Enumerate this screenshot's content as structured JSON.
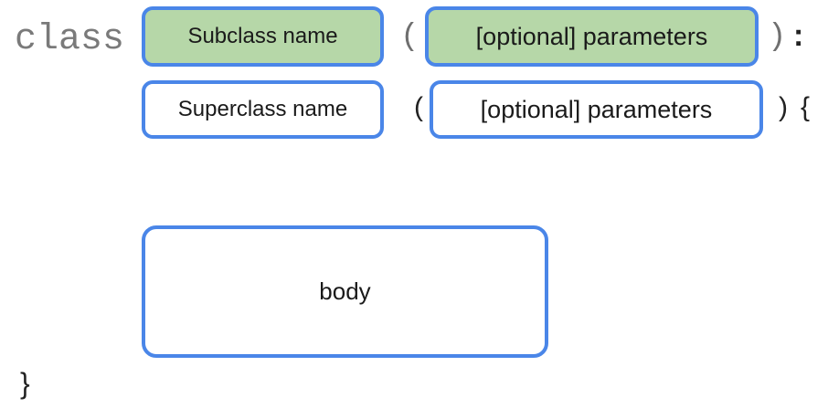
{
  "keyword": "class",
  "subclass": {
    "name_label": "Subclass name",
    "params_label": "[optional] parameters",
    "open_paren": "(",
    "close_paren": ")",
    "colon": ":"
  },
  "superclass": {
    "name_label": "Superclass name",
    "params_label": "[optional] parameters",
    "open_paren": "(",
    "close_paren": ")",
    "open_brace": "{"
  },
  "body": {
    "label": "body",
    "close_brace": "}"
  },
  "colors": {
    "box_border": "#4a86e8",
    "highlight_fill": "#b6d7a8"
  }
}
